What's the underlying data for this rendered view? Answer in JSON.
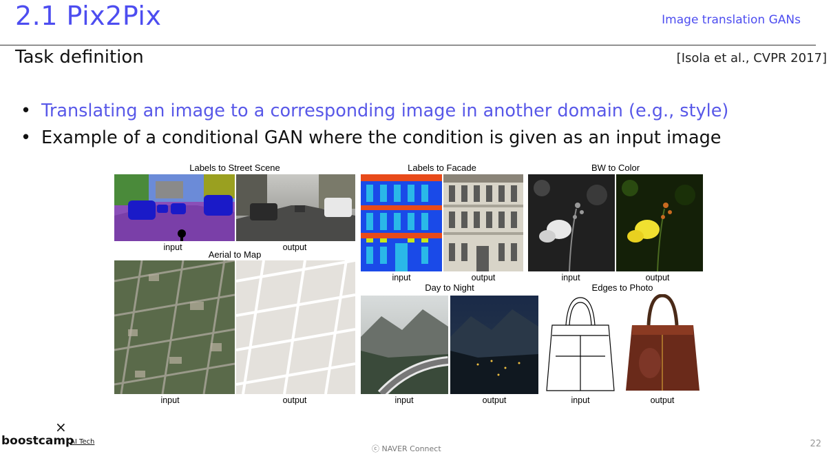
{
  "header": {
    "title": "2.1 Pix2Pix",
    "section": "Image translation GANs",
    "subtitle": "Task definition",
    "citation": "[Isola et al., CVPR 2017]"
  },
  "bullets": [
    "Translating an image to a corresponding image in another domain (e.g., style)",
    "Example of a conditional GAN where the condition is given as an input image"
  ],
  "figure": {
    "labels_to_street": "Labels to Street Scene",
    "aerial_to_map": "Aerial to Map",
    "labels_to_facade": "Labels to Facade",
    "day_to_night": "Day to Night",
    "bw_to_color": "BW to Color",
    "edges_to_photo": "Edges to Photo",
    "input": "input",
    "output": "output"
  },
  "footer": {
    "brand": "boostcamp",
    "brand_suffix": "AI Tech",
    "brand_mark": "×",
    "copyright": "ⓒ NAVER Connect",
    "page": "22"
  },
  "colors": {
    "accent": "#4d4df0",
    "bullet_highlight": "#5858e8"
  }
}
